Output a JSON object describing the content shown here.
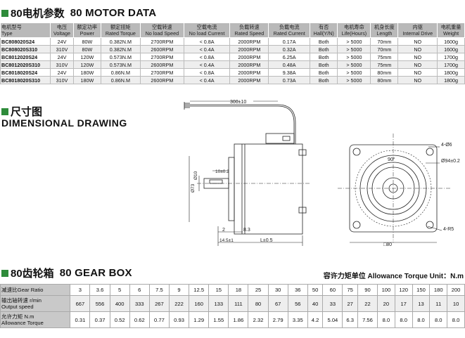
{
  "motor_section": {
    "title_zh": "80电机参数",
    "title_en": "80 MOTOR DATA"
  },
  "motor_table": {
    "headers": [
      [
        "电机型号",
        "Type"
      ],
      [
        "电压",
        "Voltage"
      ],
      [
        "额定功率",
        "Power"
      ],
      [
        "额定扭矩",
        "Rated Torque"
      ],
      [
        "空载转速",
        "No load Speed"
      ],
      [
        "空载电流",
        "No load Current"
      ],
      [
        "负载转速",
        "Rated Speed"
      ],
      [
        "负载电流",
        "Rated Current"
      ],
      [
        "有否",
        "Hall(Y/N)"
      ],
      [
        "电机寿命",
        "Life(Hours)"
      ],
      [
        "机身长度",
        "Length"
      ],
      [
        "内驱",
        "Internal Drive"
      ],
      [
        "电机重量",
        "Weight"
      ]
    ],
    "rows": [
      [
        "BC808020S24",
        "24V",
        "80W",
        "0.382N.M",
        "2700RPM",
        "< 0.8A",
        "2000RPM",
        "0.17A",
        "Both",
        "> 5000",
        "70mm",
        "NO",
        "1600g"
      ],
      [
        "BC808020S310",
        "310V",
        "80W",
        "0.382N.M",
        "2600RPM",
        "< 0.4A",
        "2000RPM",
        "0.32A",
        "Both",
        "> 5000",
        "70mm",
        "NO",
        "1600g"
      ],
      [
        "BC8012020S24",
        "24V",
        "120W",
        "0.573N.M",
        "2700RPM",
        "< 0.8A",
        "2000RPM",
        "6.25A",
        "Both",
        "> 5000",
        "75mm",
        "NO",
        "1700g"
      ],
      [
        "BC8012020S310",
        "310V",
        "120W",
        "0.573N.M",
        "2600RPM",
        "< 0.4A",
        "2000RPM",
        "0.48A",
        "Both",
        "> 5000",
        "75mm",
        "NO",
        "1700g"
      ],
      [
        "BC8018020S24",
        "24V",
        "180W",
        "0.86N.M",
        "2700RPM",
        "< 0.8A",
        "2000RPM",
        "9.38A",
        "Both",
        "> 5000",
        "80mm",
        "NO",
        "1800g"
      ],
      [
        "BC8018020S310",
        "310V",
        "180W",
        "0.86N.M",
        "2600RPM",
        "< 0.4A",
        "2000RPM",
        "0.73A",
        "Both",
        "> 5000",
        "80mm",
        "NO",
        "1800g"
      ]
    ]
  },
  "dimension_section": {
    "title_zh": "尺寸图",
    "title_en": "DIMENSIONAL DRAWING"
  },
  "drawing_labels": {
    "cable_length": "300±10",
    "shaft_dia": "Ø10",
    "body_dia": "Ø73",
    "key_width": "10±0.2",
    "dim_2": "2",
    "dim_8_3": "8.3",
    "dim_14_5": "14.5±1",
    "dim_L": "L±0.5",
    "holes": "4-Ø6",
    "pcd": "Ø94±0.2",
    "angle": "90°",
    "radius": "4-R5",
    "square": "□80"
  },
  "gear_section": {
    "title_zh": "80齿轮箱",
    "title_en": "80 GEAR BOX",
    "unit_note": "容许力矩单位 Allowance Torque Unit：N.m"
  },
  "gear_table": {
    "row_labels": [
      [
        "减速比Gear Ratio"
      ],
      [
        "输出轴转速 r/min",
        "Output speed"
      ],
      [
        "允许力矩  N.m",
        "Allowance Torque"
      ]
    ],
    "ratios": [
      "3",
      "3.6",
      "5",
      "6",
      "7.5",
      "9",
      "12.5",
      "15",
      "18",
      "25",
      "30",
      "36",
      "50",
      "60",
      "75",
      "90",
      "100",
      "120",
      "150",
      "180",
      "200"
    ],
    "speeds": [
      "667",
      "556",
      "400",
      "333",
      "267",
      "222",
      "160",
      "133",
      "111",
      "80",
      "67",
      "56",
      "40",
      "33",
      "27",
      "22",
      "20",
      "17",
      "13",
      "11",
      "10"
    ],
    "torques": [
      "0.31",
      "0.37",
      "0.52",
      "0.62",
      "0.77",
      "0.93",
      "1.29",
      "1.55",
      "1.86",
      "2.32",
      "2.79",
      "3.35",
      "4.2",
      "5.04",
      "6.3",
      "7.56",
      "8.0",
      "8.0",
      "8.0",
      "8.0",
      "8.0"
    ]
  }
}
